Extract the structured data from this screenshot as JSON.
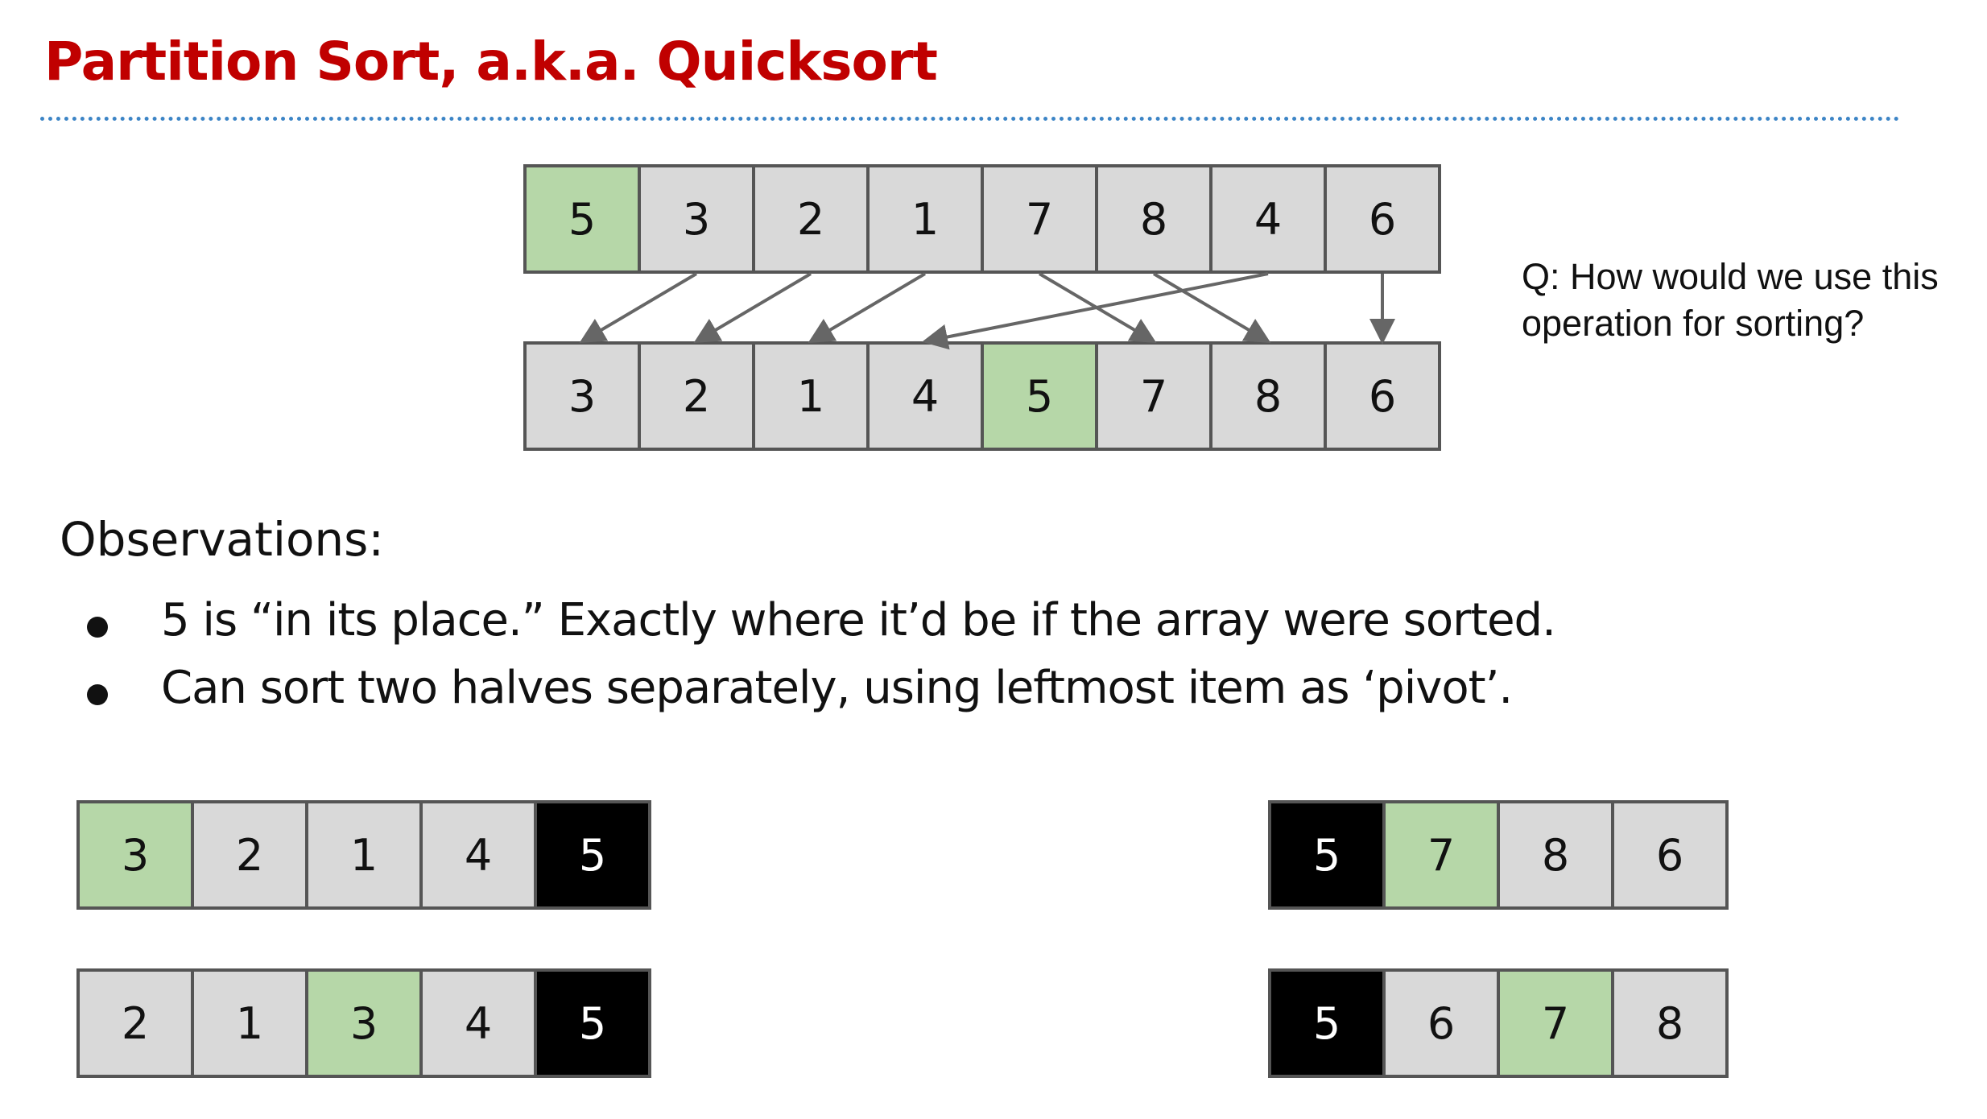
{
  "title": "Partition Sort, a.k.a. Quicksort",
  "question": "Q: How would we use this operation for sorting?",
  "observations": {
    "heading": "Observations:",
    "bullets": [
      "5 is “in its place.” Exactly where it’d be if the array were sorted.",
      "Can sort two halves separately, using leftmost item as ‘pivot’."
    ]
  },
  "arrays": {
    "before": {
      "values": [
        "5",
        "3",
        "2",
        "1",
        "7",
        "8",
        "4",
        "6"
      ],
      "pivot_index": 0
    },
    "after": {
      "values": [
        "3",
        "2",
        "1",
        "4",
        "5",
        "7",
        "8",
        "6"
      ],
      "pivot_index": 4
    },
    "left_step1": {
      "values": [
        "3",
        "2",
        "1",
        "4",
        "5"
      ],
      "pivot_index": 0,
      "done_index": 4
    },
    "left_step2": {
      "values": [
        "2",
        "1",
        "3",
        "4",
        "5"
      ],
      "pivot_index": 2,
      "done_index": 4
    },
    "right_step1": {
      "values": [
        "5",
        "7",
        "8",
        "6"
      ],
      "pivot_index": 1,
      "done_index": 0
    },
    "right_step2": {
      "values": [
        "5",
        "6",
        "7",
        "8"
      ],
      "pivot_index": 2,
      "done_index": 0
    }
  },
  "colors": {
    "title": "#c00000",
    "divider": "#3d85c6",
    "cell": "#d9d9d9",
    "pivot": "#b6d7a8",
    "done": "#000000",
    "arrow": "#666666"
  },
  "partition_mapping": [
    [
      1,
      0
    ],
    [
      2,
      1
    ],
    [
      3,
      2
    ],
    [
      6,
      3
    ],
    [
      4,
      5
    ],
    [
      5,
      6
    ],
    [
      7,
      7
    ]
  ]
}
